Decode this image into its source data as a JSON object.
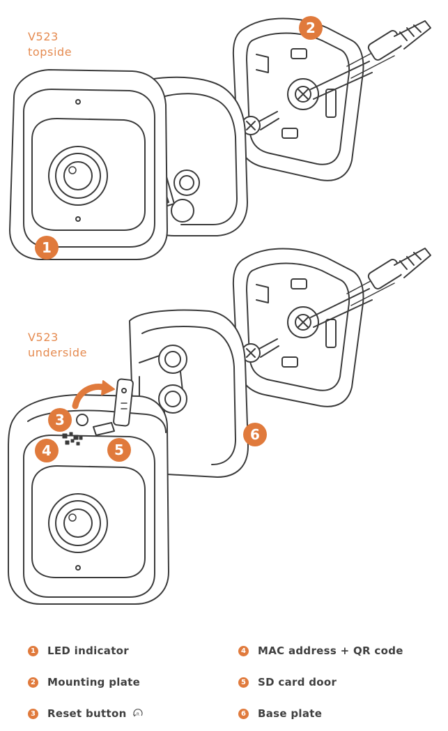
{
  "diagram": {
    "top_title": [
      "V523",
      "topside"
    ],
    "bottom_title": [
      "V523",
      "underside"
    ],
    "callouts": [
      "1",
      "2",
      "3",
      "4",
      "5",
      "6"
    ],
    "accent_color": "#e07a3c",
    "line_color": "#3a3a3a"
  },
  "legend": {
    "items": [
      {
        "number": "1",
        "label": "LED indicator"
      },
      {
        "number": "2",
        "label": "Mounting plate"
      },
      {
        "number": "3",
        "label": "Reset button",
        "icon": "reset-icon"
      },
      {
        "number": "4",
        "label": "MAC address + QR code"
      },
      {
        "number": "5",
        "label": "SD card door"
      },
      {
        "number": "6",
        "label": "Base plate"
      }
    ]
  }
}
